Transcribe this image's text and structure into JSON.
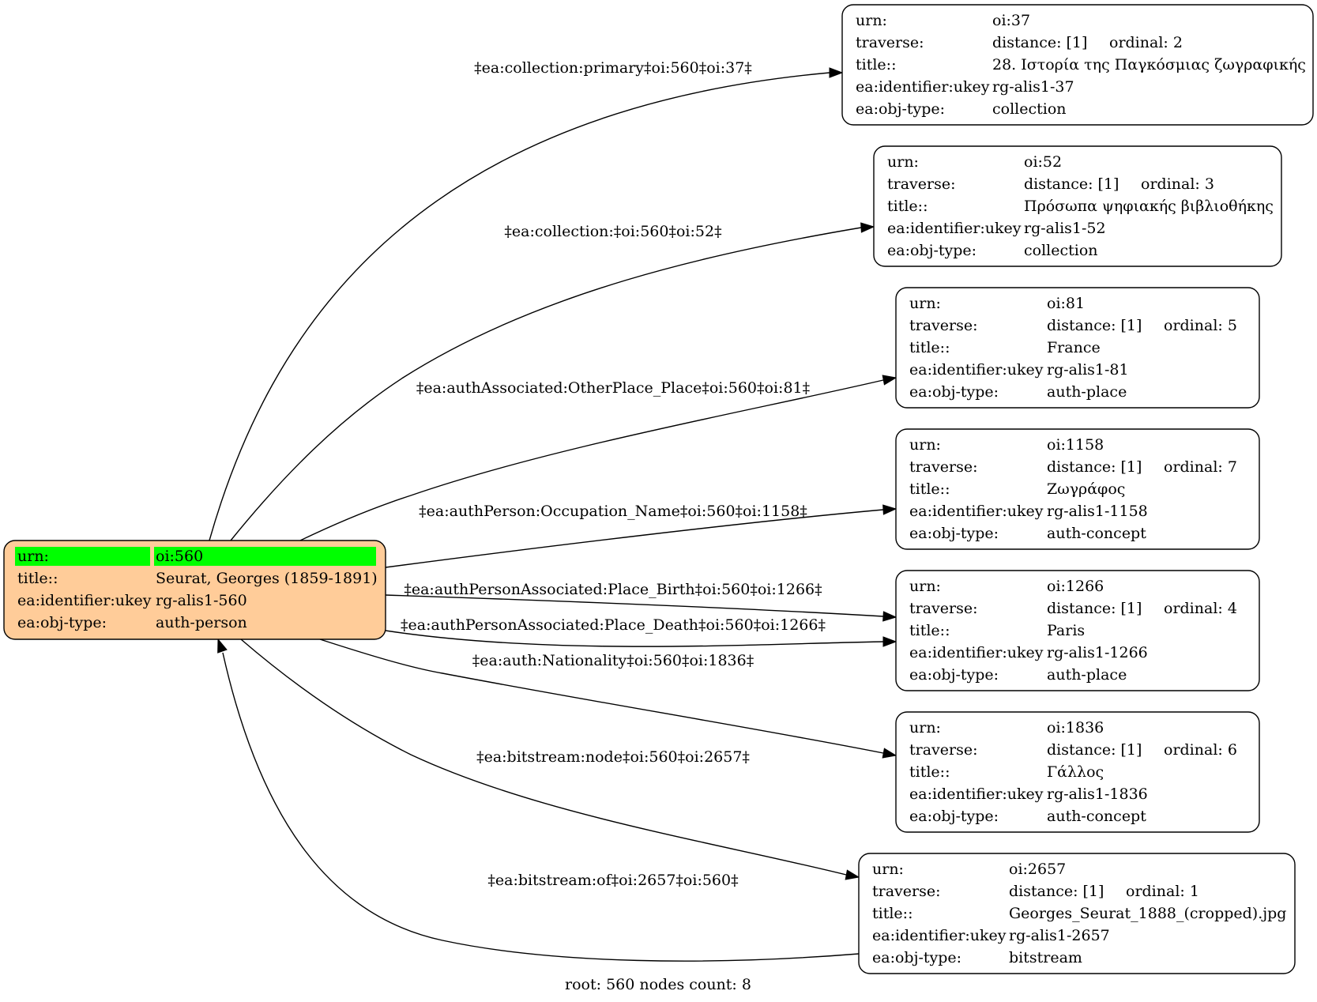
{
  "graph": {
    "footer": "root: 560 nodes count: 8",
    "colors": {
      "root_fill": "#ffcc99",
      "highlight": "#00ff00",
      "node_fill": "#ffffff",
      "stroke": "#000000"
    },
    "root": {
      "rows": [
        [
          "urn:",
          "oi:560"
        ],
        [
          "title::",
          "Seurat, Georges (1859-1891)"
        ],
        [
          "ea:identifier:ukey",
          "rg-alis1-560"
        ],
        [
          "ea:obj-type:",
          "auth-person"
        ]
      ]
    },
    "nodes": [
      {
        "id": "oi37",
        "urn": "oi:37",
        "distance": "distance: [1]",
        "ordinal": "ordinal: 2",
        "title": "28. Ιστορία της Παγκόσμιας ζωγραφικής",
        "ukey": "rg-alis1-37",
        "obj_type": "collection"
      },
      {
        "id": "oi52",
        "urn": "oi:52",
        "distance": "distance: [1]",
        "ordinal": "ordinal: 3",
        "title": "Πρόσωπα ψηφιακής βιβλιοθήκης",
        "ukey": "rg-alis1-52",
        "obj_type": "collection"
      },
      {
        "id": "oi81",
        "urn": "oi:81",
        "distance": "distance: [1]",
        "ordinal": "ordinal: 5",
        "title": "France",
        "ukey": "rg-alis1-81",
        "obj_type": "auth-place"
      },
      {
        "id": "oi1158",
        "urn": "oi:1158",
        "distance": "distance: [1]",
        "ordinal": "ordinal: 7",
        "title": "Ζωγράφος",
        "ukey": "rg-alis1-1158",
        "obj_type": "auth-concept"
      },
      {
        "id": "oi1266",
        "urn": "oi:1266",
        "distance": "distance: [1]",
        "ordinal": "ordinal: 4",
        "title": "Paris",
        "ukey": "rg-alis1-1266",
        "obj_type": "auth-place"
      },
      {
        "id": "oi1836",
        "urn": "oi:1836",
        "distance": "distance: [1]",
        "ordinal": "ordinal: 6",
        "title": "Γάλλος",
        "ukey": "rg-alis1-1836",
        "obj_type": "auth-concept"
      },
      {
        "id": "oi2657",
        "urn": "oi:2657",
        "distance": "distance: [1]",
        "ordinal": "ordinal: 1",
        "title": "Georges_Seurat_1888_(cropped).jpg",
        "ukey": "rg-alis1-2657",
        "obj_type": "bitstream"
      }
    ],
    "row_labels": {
      "urn": "urn:",
      "traverse": "traverse:",
      "title": "title::",
      "ukey": "ea:identifier:ukey",
      "obj_type": "ea:obj-type:"
    },
    "edges": [
      {
        "label": "‡ea:collection:primary‡oi:560‡oi:37‡"
      },
      {
        "label": "‡ea:collection:‡oi:560‡oi:52‡"
      },
      {
        "label": "‡ea:authAssociated:OtherPlace_Place‡oi:560‡oi:81‡"
      },
      {
        "label": "‡ea:authPerson:Occupation_Name‡oi:560‡oi:1158‡"
      },
      {
        "label": "‡ea:authPersonAssociated:Place_Birth‡oi:560‡oi:1266‡"
      },
      {
        "label": "‡ea:authPersonAssociated:Place_Death‡oi:560‡oi:1266‡"
      },
      {
        "label": "‡ea:auth:Nationality‡oi:560‡oi:1836‡"
      },
      {
        "label": "‡ea:bitstream:node‡oi:560‡oi:2657‡"
      },
      {
        "label": "‡ea:bitstream:of‡oi:2657‡oi:560‡"
      }
    ]
  }
}
